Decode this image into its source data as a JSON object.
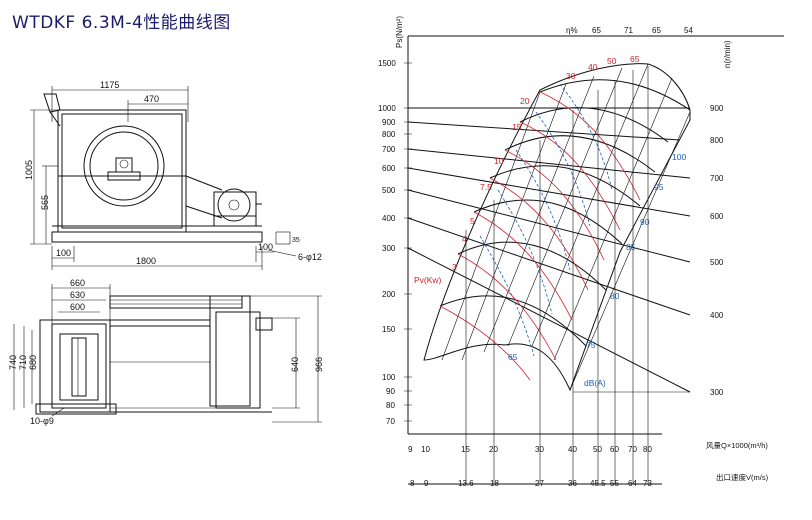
{
  "title": "WTDKF 6.3M-4性能曲线图",
  "drawing": {
    "side_view": {
      "dims": {
        "top_total": "1175",
        "top_part": "470",
        "height_total": "1005",
        "height_part": "565",
        "base_small": "100",
        "base_total": "1800",
        "right_small": "100",
        "side_small": "35",
        "holes": "6-φ12"
      }
    },
    "top_view": {
      "dims": {
        "w1": "660",
        "w2": "630",
        "w3": "600",
        "h1": "740",
        "h2": "710",
        "h3": "680",
        "h4": "640",
        "h5": "966",
        "holes": "10-φ9"
      }
    }
  },
  "chart": {
    "ps_label": "Ps(N/m²)",
    "n_label": "n(r/min)",
    "eta_label": "η%",
    "pv_label": "Pv(Kw)",
    "db_label": "dB(A)",
    "q_label": "风量Q×1000(m³/h)",
    "v_label": "出口速度V(m/s)",
    "ps_ticks": [
      "1500",
      "1000",
      "900",
      "800",
      "700",
      "600",
      "500",
      "400",
      "300",
      "200",
      "150",
      "100",
      "90",
      "80",
      "70"
    ],
    "n_ticks": [
      "900",
      "800",
      "700",
      "600",
      "500",
      "400",
      "300"
    ],
    "eta_ticks": [
      "65",
      "71",
      "65",
      "54"
    ],
    "power_labels": [
      "30",
      "40",
      "50",
      "65",
      "20",
      "15",
      "10",
      "7.5",
      "5",
      "4",
      "3"
    ],
    "db_labels": [
      "100",
      "95",
      "90",
      "85",
      "80",
      "75",
      "65"
    ],
    "q_ticks": [
      "9",
      "10",
      "15",
      "20",
      "30",
      "40",
      "50",
      "60",
      "70",
      "80"
    ],
    "v_ticks": [
      "8",
      "9",
      "13.6",
      "18",
      "27",
      "36",
      "45.5",
      "55",
      "64",
      "73"
    ]
  },
  "colors": {
    "ink": "#111111",
    "red": "#d2202a",
    "blue": "#1d5fb5",
    "title": "#1b1b6b"
  }
}
